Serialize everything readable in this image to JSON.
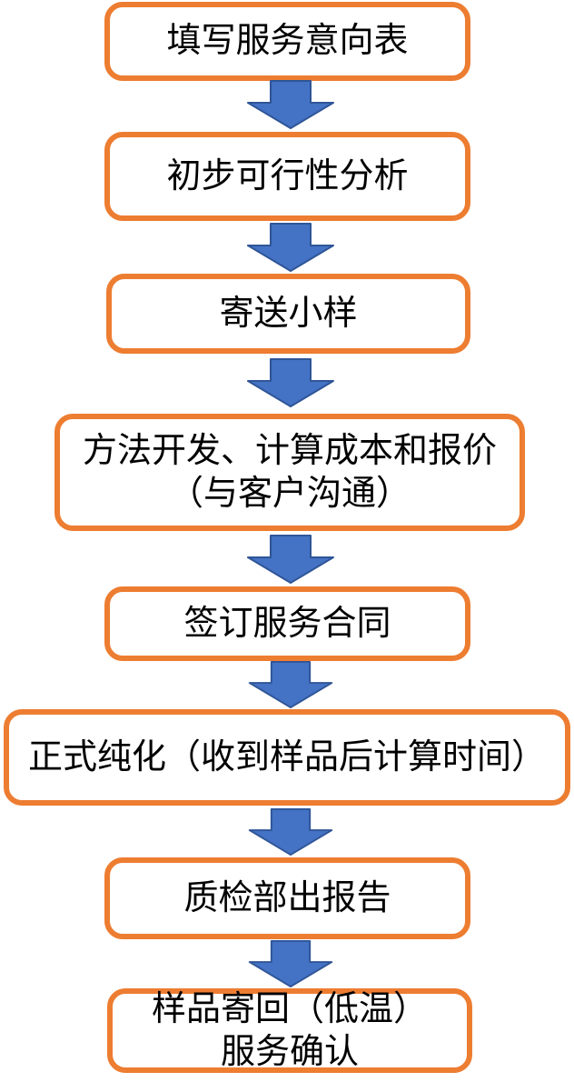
{
  "flowchart": {
    "description": "vertical-process-flowchart",
    "colors": {
      "box_border": "#ED7D31",
      "box_fill": "#FFFFFF",
      "arrow_fill": "#4472C4",
      "arrow_stroke": "#2F5597",
      "text_color": "#000000",
      "page_bg": "#FFFFFF"
    },
    "connector": "down-arrow",
    "steps": [
      {
        "lines": [
          "填写服务意向表"
        ]
      },
      {
        "lines": [
          "初步可行性分析"
        ]
      },
      {
        "lines": [
          "寄送小样"
        ]
      },
      {
        "lines": [
          "方法开发、计算成本和报价",
          "（与客户沟通）"
        ]
      },
      {
        "lines": [
          "签订服务合同"
        ]
      },
      {
        "lines": [
          "正式纯化（收到样品后计算时间）"
        ]
      },
      {
        "lines": [
          "质检部出报告"
        ]
      },
      {
        "lines": [
          "样品寄回（低温）",
          "服务确认"
        ]
      }
    ]
  }
}
